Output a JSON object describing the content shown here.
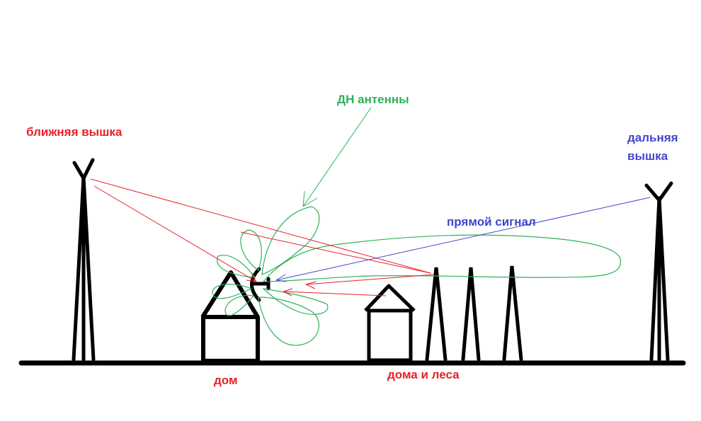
{
  "labels": {
    "near_tower": "ближняя вышка",
    "antenna_pattern": "ДН антенны",
    "far_tower_line1": "дальняя",
    "far_tower_line2": "вышка",
    "direct_signal": "прямой сигнал",
    "house": "дом",
    "houses_and_forests": "дома и леса"
  },
  "colors": {
    "ink": "#000000",
    "reflected_signal": "#e8202a",
    "direct_signal": "#3f48cc",
    "antenna_pattern": "#2fb25a",
    "background": "#ffffff"
  },
  "icons": {
    "near_tower": "radio-tower-icon",
    "far_tower": "radio-tower-icon",
    "antenna": "dish-antenna-icon",
    "house": "house-icon",
    "neighbor_house": "house-icon",
    "trees": "tree-icon"
  }
}
